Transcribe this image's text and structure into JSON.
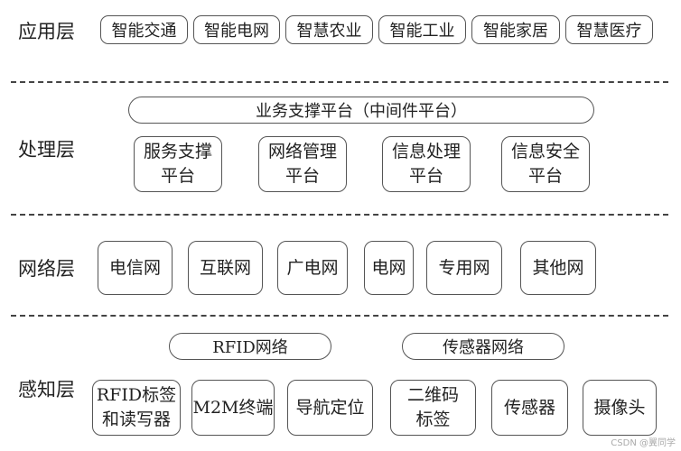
{
  "application_layer": {
    "label": "应用层",
    "items": [
      "智能交通",
      "智能电网",
      "智慧农业",
      "智能工业",
      "智能家居",
      "智慧医疗"
    ]
  },
  "processing_layer": {
    "label": "处理层",
    "bar": "业务支撑平台（中间件平台）",
    "items": [
      "服务支撑\n平台",
      "网络管理\n平台",
      "信息处理\n平台",
      "信息安全\n平台"
    ]
  },
  "network_layer": {
    "label": "网络层",
    "items": [
      "电信网",
      "互联网",
      "广电网",
      "电网",
      "专用网",
      "其他网"
    ]
  },
  "perception_layer": {
    "label": "感知层",
    "bars": [
      "RFID网络",
      "传感器网络"
    ],
    "items": [
      "RFID标签\n和读写器",
      "M2M终端",
      "导航定位",
      "二维码\n标签",
      "传感器",
      "摄像头"
    ]
  },
  "watermark": "CSDN @翼同学",
  "colors": {
    "border": "#555555",
    "text": "#222222",
    "separator": "#444444",
    "watermark": "#aaaaaa"
  }
}
